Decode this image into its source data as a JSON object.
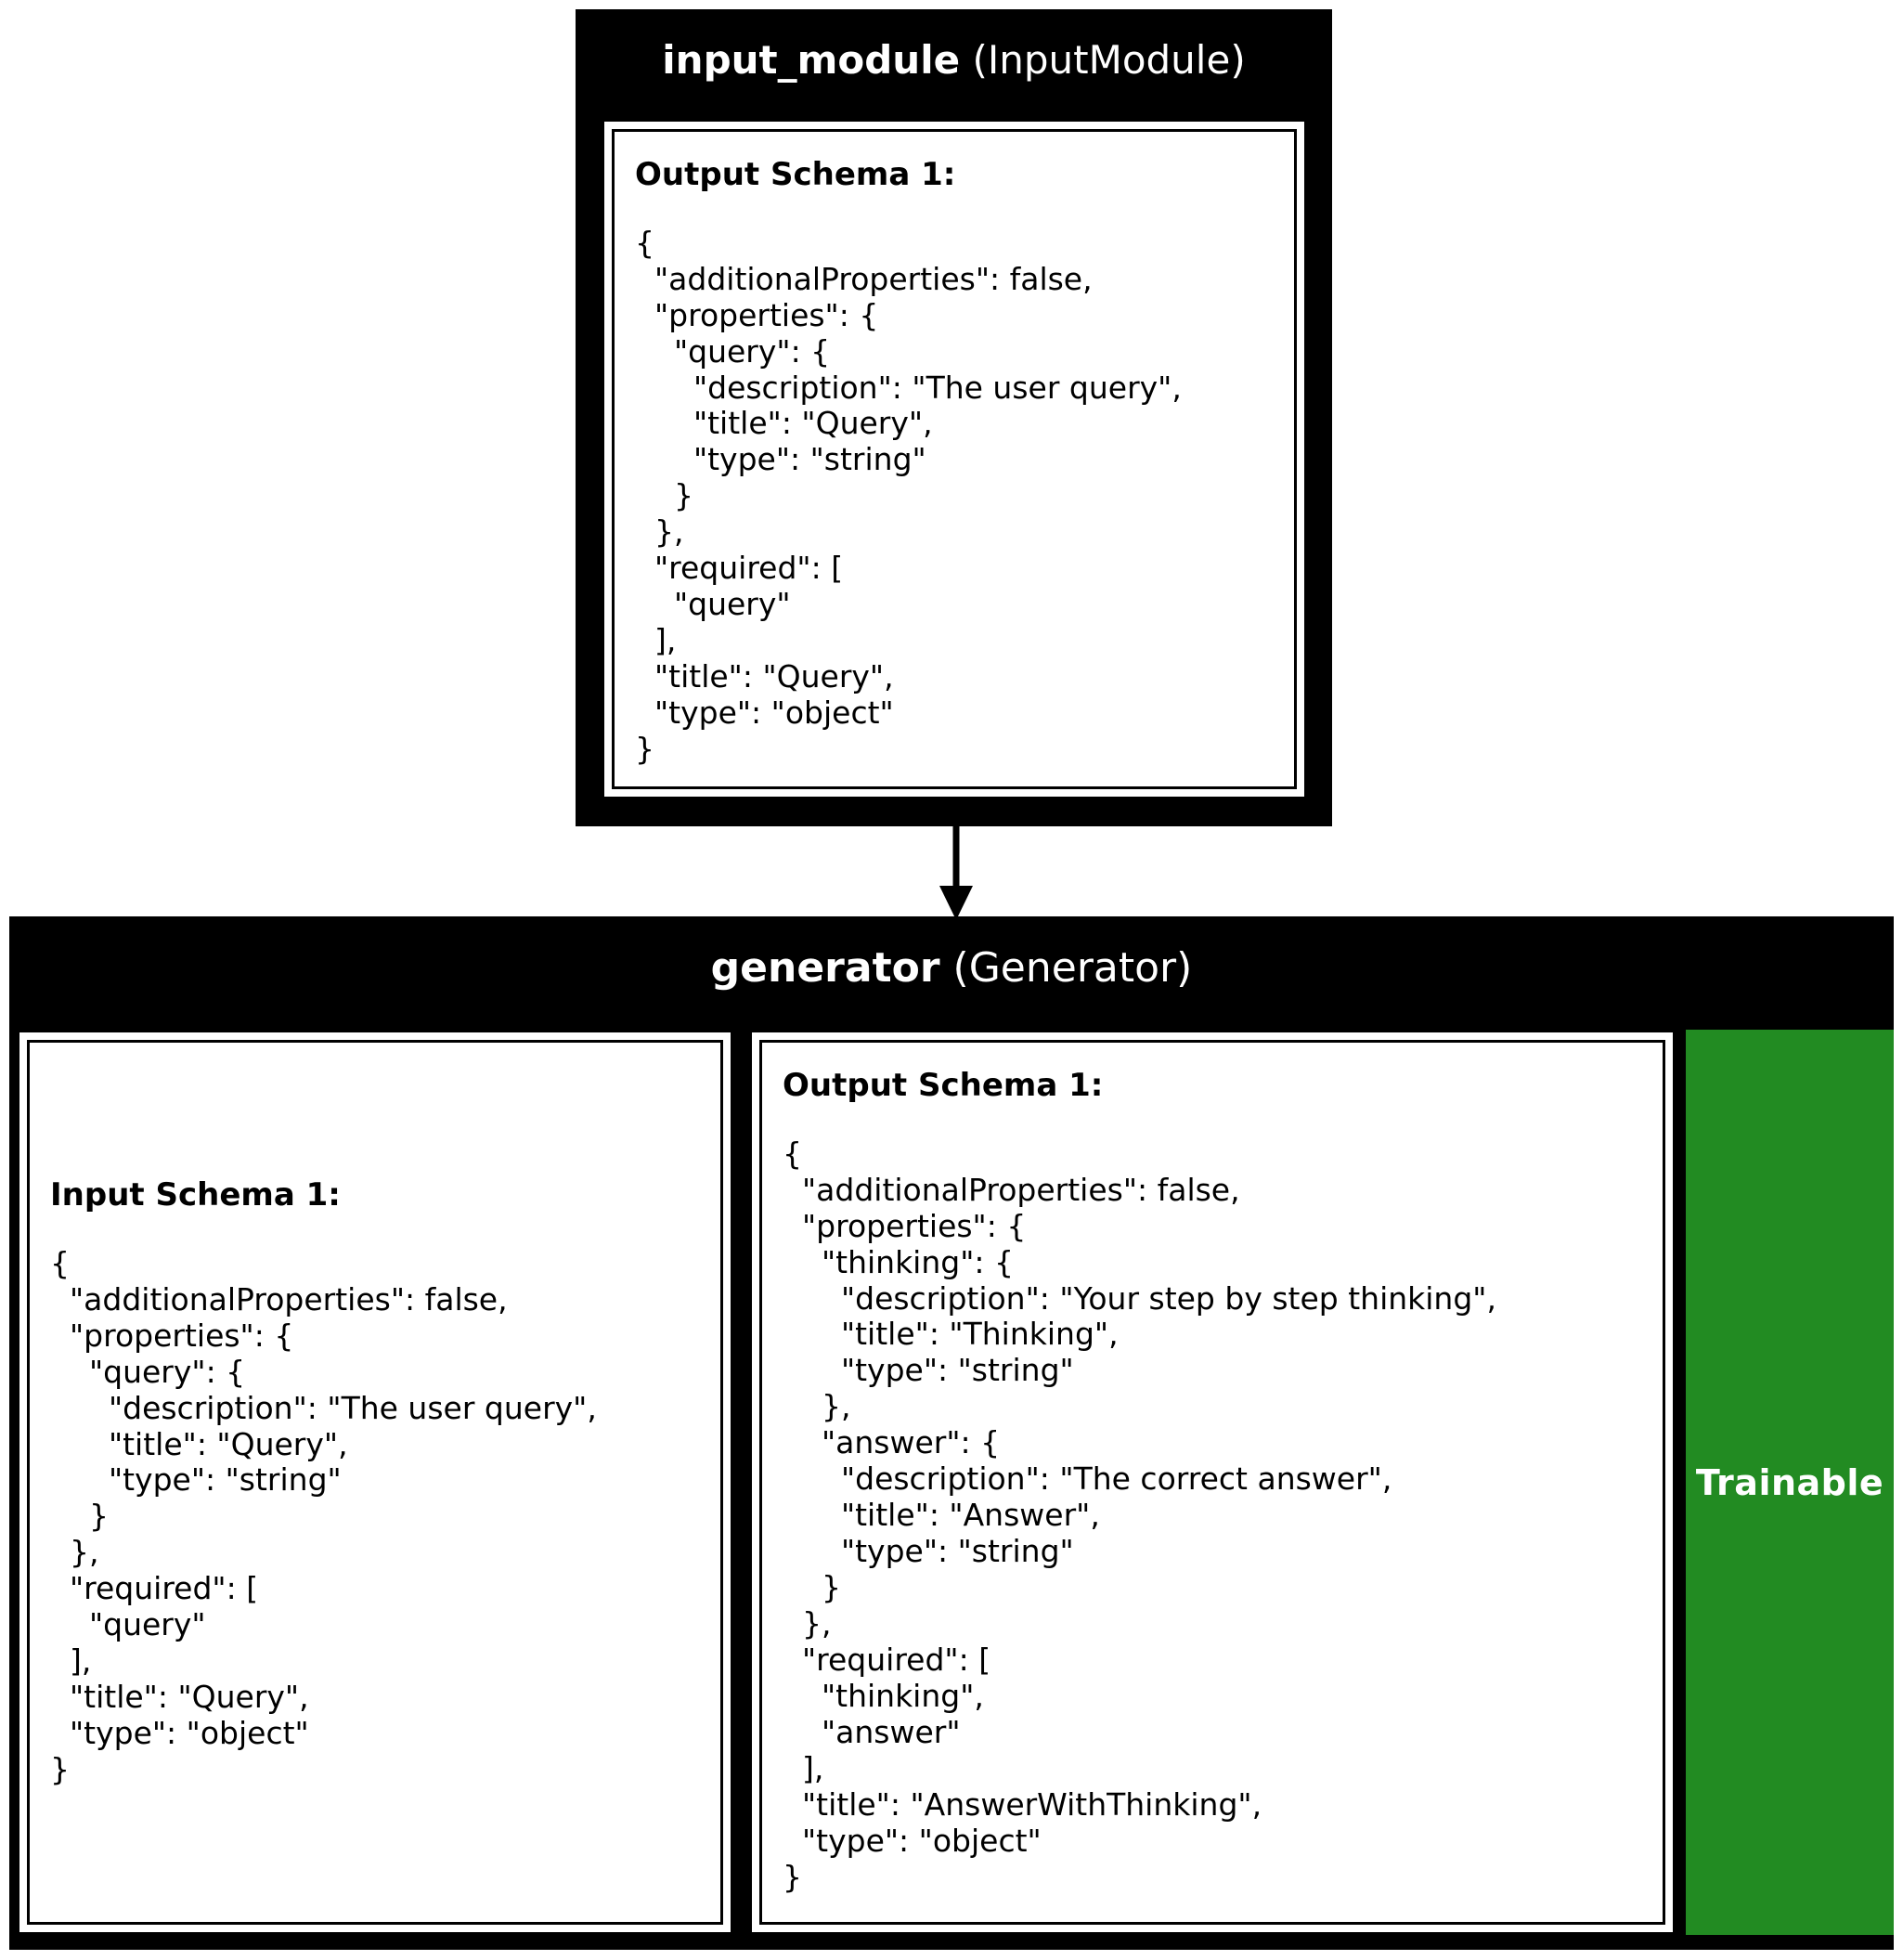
{
  "colors": {
    "module_header_bg": "#000000",
    "module_header_text": "#ffffff",
    "panel_bg": "#ffffff",
    "panel_border": "#000000",
    "trainable_bg": "#228B22",
    "trainable_text": "#ffffff",
    "arrow": "#000000"
  },
  "input_module": {
    "name": "input_module",
    "class_name": "(InputModule)",
    "output_schema": {
      "heading": "Output Schema 1:",
      "json": "{\n  \"additionalProperties\": false,\n  \"properties\": {\n    \"query\": {\n      \"description\": \"The user query\",\n      \"title\": \"Query\",\n      \"type\": \"string\"\n    }\n  },\n  \"required\": [\n    \"query\"\n  ],\n  \"title\": \"Query\",\n  \"type\": \"object\"\n}"
    }
  },
  "generator": {
    "name": "generator",
    "class_name": "(Generator)",
    "input_schema": {
      "heading": "Input Schema 1:",
      "json": "{\n  \"additionalProperties\": false,\n  \"properties\": {\n    \"query\": {\n      \"description\": \"The user query\",\n      \"title\": \"Query\",\n      \"type\": \"string\"\n    }\n  },\n  \"required\": [\n    \"query\"\n  ],\n  \"title\": \"Query\",\n  \"type\": \"object\"\n}"
    },
    "output_schema": {
      "heading": "Output Schema 1:",
      "json": "{\n  \"additionalProperties\": false,\n  \"properties\": {\n    \"thinking\": {\n      \"description\": \"Your step by step thinking\",\n      \"title\": \"Thinking\",\n      \"type\": \"string\"\n    },\n    \"answer\": {\n      \"description\": \"The correct answer\",\n      \"title\": \"Answer\",\n      \"type\": \"string\"\n    }\n  },\n  \"required\": [\n    \"thinking\",\n    \"answer\"\n  ],\n  \"title\": \"AnswerWithThinking\",\n  \"type\": \"object\"\n}"
    },
    "trainable_label": "Trainable"
  },
  "connector": {
    "from": "input_module",
    "to": "generator",
    "style": "solid-arrow-down"
  }
}
